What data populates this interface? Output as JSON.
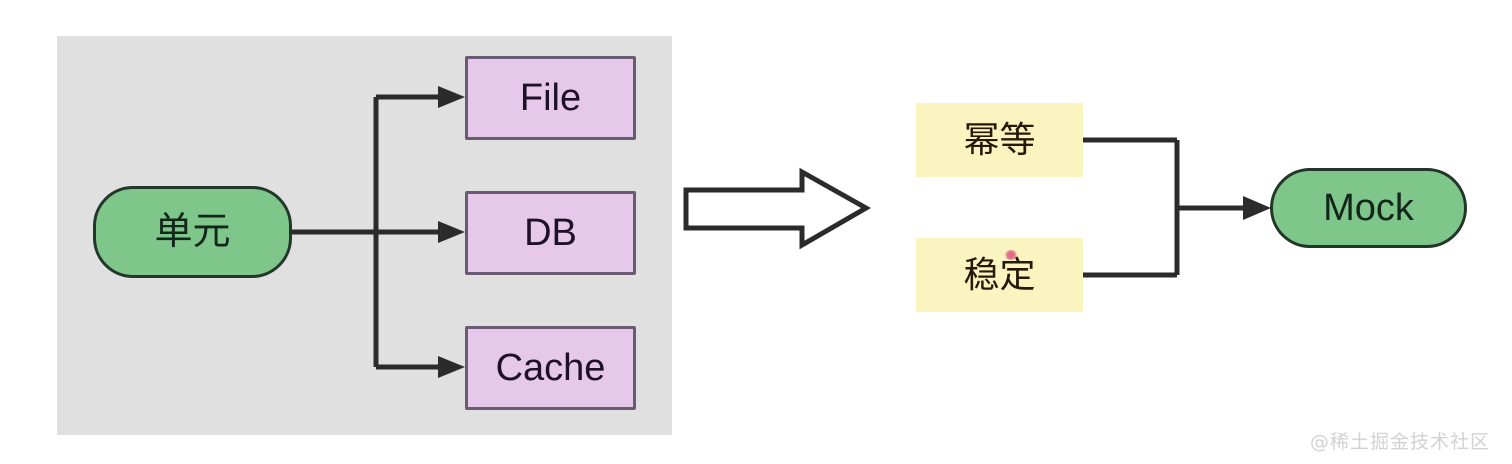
{
  "diagram": {
    "title": "Unit test mocking strategy diagram",
    "panel": {
      "name": "left-panel",
      "background": "#e0e0e0"
    },
    "left_group": {
      "source": {
        "label": "单元",
        "shape": "stadium",
        "fill": "#7fc68a",
        "stroke": "#22362a"
      },
      "targets": [
        {
          "label": "File",
          "shape": "rect",
          "fill": "#e6c8ea",
          "stroke": "#6b5a74"
        },
        {
          "label": "DB",
          "shape": "rect",
          "fill": "#e6c8ea",
          "stroke": "#6b5a74"
        },
        {
          "label": "Cache",
          "shape": "rect",
          "fill": "#e6c8ea",
          "stroke": "#6b5a74"
        }
      ]
    },
    "transition": {
      "name": "block-arrow-right",
      "direction": "right",
      "fill": "#ffffff",
      "stroke": "#2b2b2b"
    },
    "right_group": {
      "qualities": [
        {
          "label": "幂等",
          "shape": "rect",
          "fill": "#faf4c0"
        },
        {
          "label": "稳定",
          "shape": "rect",
          "fill": "#faf4c0"
        }
      ],
      "result": {
        "label": "Mock",
        "shape": "stadium",
        "fill": "#7fc68a",
        "stroke": "#22362a"
      }
    },
    "edge_color": "#2b2b2b"
  },
  "watermark": {
    "text": "@稀土掘金技术社区",
    "color": "#d2d2d2"
  }
}
